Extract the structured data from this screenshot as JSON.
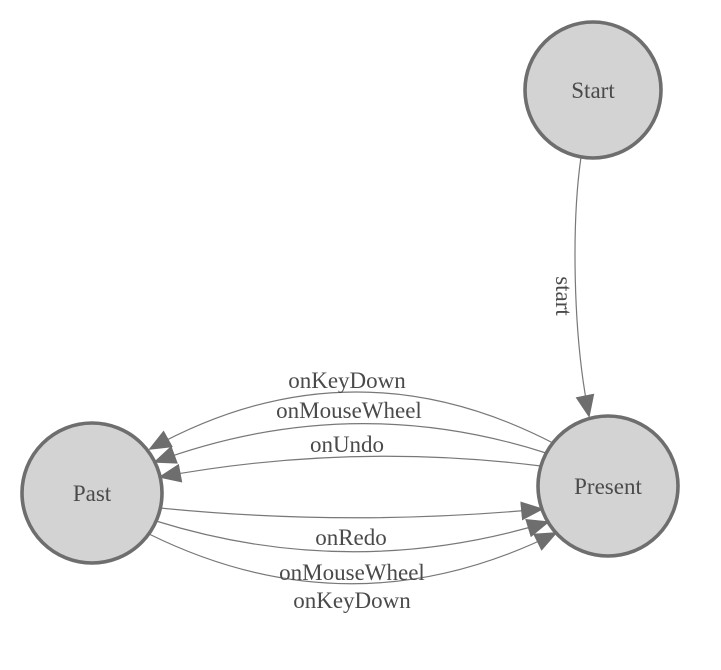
{
  "diagram": {
    "type": "state-machine",
    "nodes": [
      {
        "id": "start",
        "label": "Start"
      },
      {
        "id": "present",
        "label": "Present"
      },
      {
        "id": "past",
        "label": "Past"
      }
    ],
    "edges": [
      {
        "from": "Start",
        "to": "Present",
        "label": "start"
      },
      {
        "from": "Present",
        "to": "Past",
        "label": "onKeyDown"
      },
      {
        "from": "Present",
        "to": "Past",
        "label": "onMouseWheel"
      },
      {
        "from": "Present",
        "to": "Past",
        "label": "onUndo"
      },
      {
        "from": "Past",
        "to": "Present",
        "label": "onRedo"
      },
      {
        "from": "Past",
        "to": "Present",
        "label": "onMouseWheel"
      },
      {
        "from": "Past",
        "to": "Present",
        "label": "onKeyDown"
      }
    ],
    "colors": {
      "background": "#ffffff",
      "node_fill": "#d3d3d3",
      "node_stroke": "#6e6e6e",
      "edge_stroke": "#787878",
      "arrow_fill": "#6e6e6e",
      "label_text": "#4a4a4a"
    }
  }
}
